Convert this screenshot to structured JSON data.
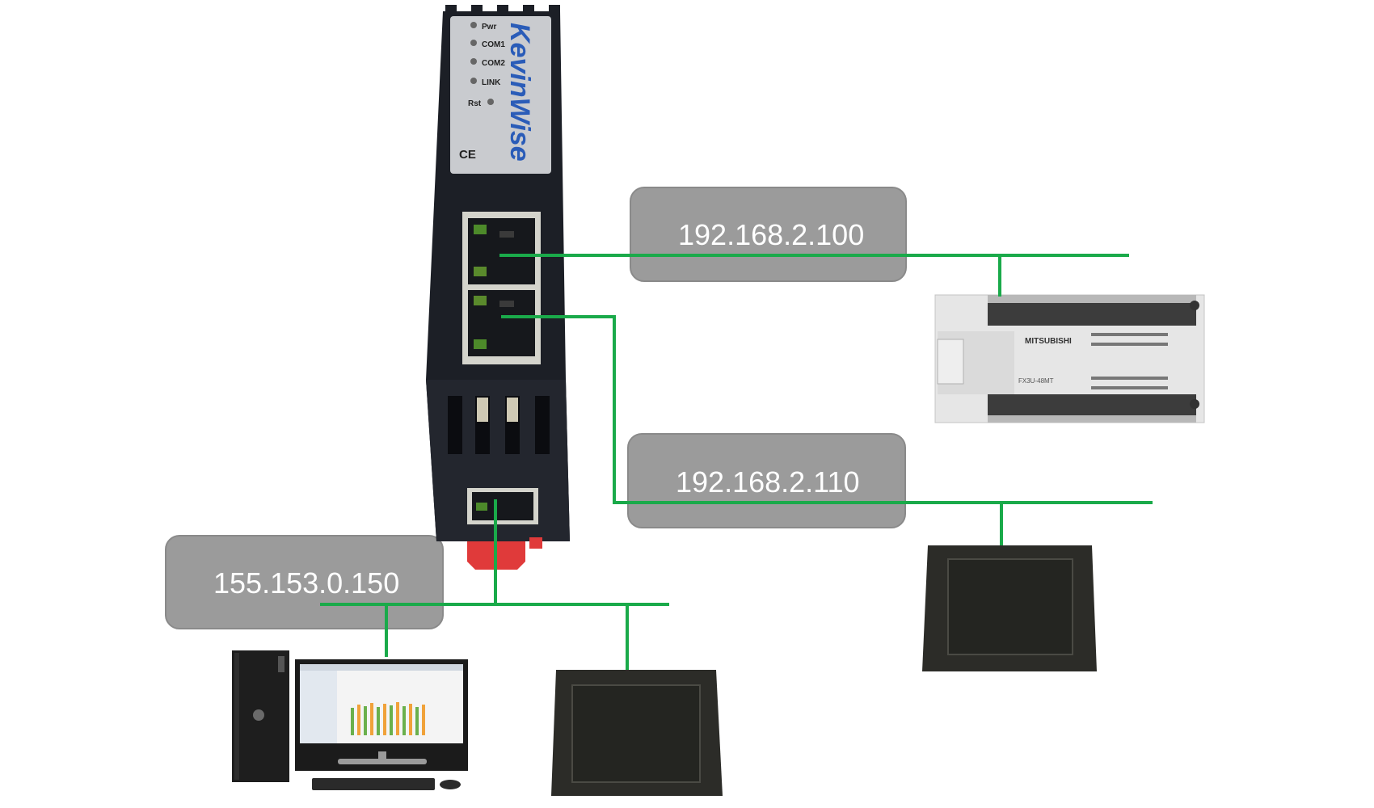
{
  "gateway": {
    "brand": "KevinWise",
    "leds": [
      "Pwr",
      "COM1",
      "COM2",
      "LINK"
    ],
    "reset_label": "Rst",
    "cert_mark": "CE"
  },
  "networks": [
    {
      "ip": "192.168.2.100"
    },
    {
      "ip": "192.168.2.110"
    },
    {
      "ip": "155.153.0.150"
    }
  ],
  "plc": {
    "brand": "MITSUBISHI",
    "model": "FX3U-48MT"
  },
  "colors": {
    "link": "#1aaa4a",
    "ip_box": "#9b9b9b",
    "gateway_body": "#1c1f26",
    "hmi_frame": "#2c2c28",
    "plc_body": "#e6e6e6"
  },
  "icons": {
    "gateway": "industrial-gateway-icon",
    "plc": "plc-icon",
    "hmi": "touch-panel-icon",
    "pc": "desktop-pc-icon"
  }
}
